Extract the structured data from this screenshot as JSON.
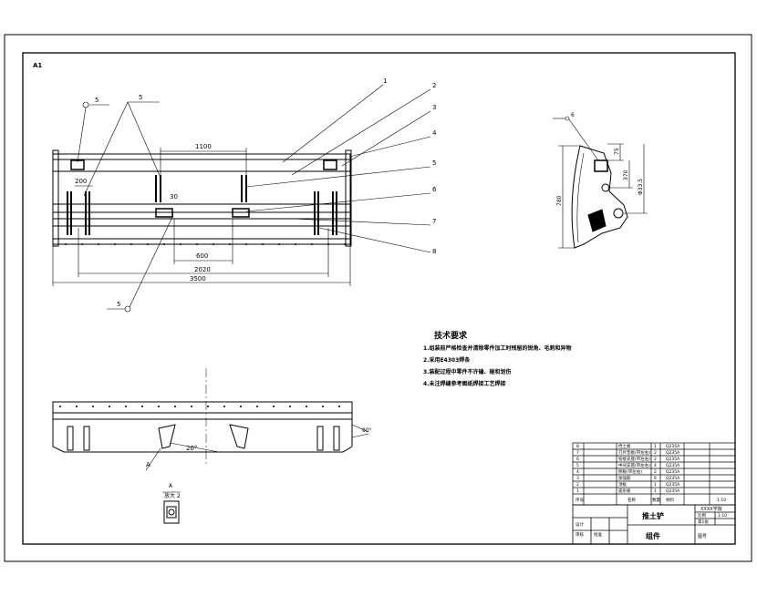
{
  "sheet": {
    "corner_label": "A1"
  },
  "part_numbers": [
    "1",
    "2",
    "3",
    "4",
    "5",
    "6",
    "7",
    "8"
  ],
  "front_view": {
    "weld_symbols": [
      "5",
      "5",
      "5"
    ],
    "dimensions": {
      "d1100": "1100",
      "d200": "200",
      "d30": "30",
      "d600": "600",
      "d2020": "2020",
      "d3500": "3500"
    }
  },
  "side_view": {
    "weld_symbol": "6",
    "dimensions": {
      "d75": "75",
      "d370": "370",
      "d633": "Φ33.5",
      "d780": "780"
    }
  },
  "plan_view": {
    "angle": "20°",
    "arrow_label": "A",
    "slope": "80°"
  },
  "section_view": {
    "title_line1": "A",
    "title_line2": "放大 2"
  },
  "tech_requirements": {
    "title": "技术要求",
    "items": [
      "1.组装前严格检查并清除零件加工时残留的锐角、毛刺和异物",
      "2.采用E4303焊条",
      "3.装配过程中零件不许磕、碰和划伤",
      "4.未注焊缝参考图纸焊接工艺焊接"
    ]
  },
  "bom": {
    "rows": [
      {
        "no": "8",
        "name": "挡土板",
        "qty": "1",
        "material": "Q235A"
      },
      {
        "no": "7",
        "name": "刀片垫板(带左右)",
        "qty": "2",
        "material": "Q235A"
      },
      {
        "no": "6",
        "name": "铰接支座(带左右)",
        "qty": "2",
        "material": "Q235A"
      },
      {
        "no": "5",
        "name": "中间支座(带左右)",
        "qty": "4",
        "material": "Q235A"
      },
      {
        "no": "4",
        "name": "侧板(带左右)",
        "qty": "2",
        "material": "Q235A"
      },
      {
        "no": "3",
        "name": "加强筋",
        "qty": "6",
        "material": "Q235A"
      },
      {
        "no": "2",
        "name": "顶板",
        "qty": "1",
        "material": "Q235A"
      },
      {
        "no": "1",
        "name": "弧形板",
        "qty": "1",
        "material": "Q235A"
      }
    ],
    "header": {
      "no": "序号",
      "name": "名称",
      "qty": "数量",
      "material": "材料",
      "ratio": "1:10"
    }
  },
  "title_block": {
    "part_name": "推土铲",
    "drawing_type": "组件",
    "company": "XXXX学院",
    "scale_label": "比例",
    "scale": "1:10",
    "design_label": "设计",
    "check_label": "审核",
    "approve_label": "批准",
    "sheet_label": "第1张",
    "dwg_label": "图号"
  }
}
